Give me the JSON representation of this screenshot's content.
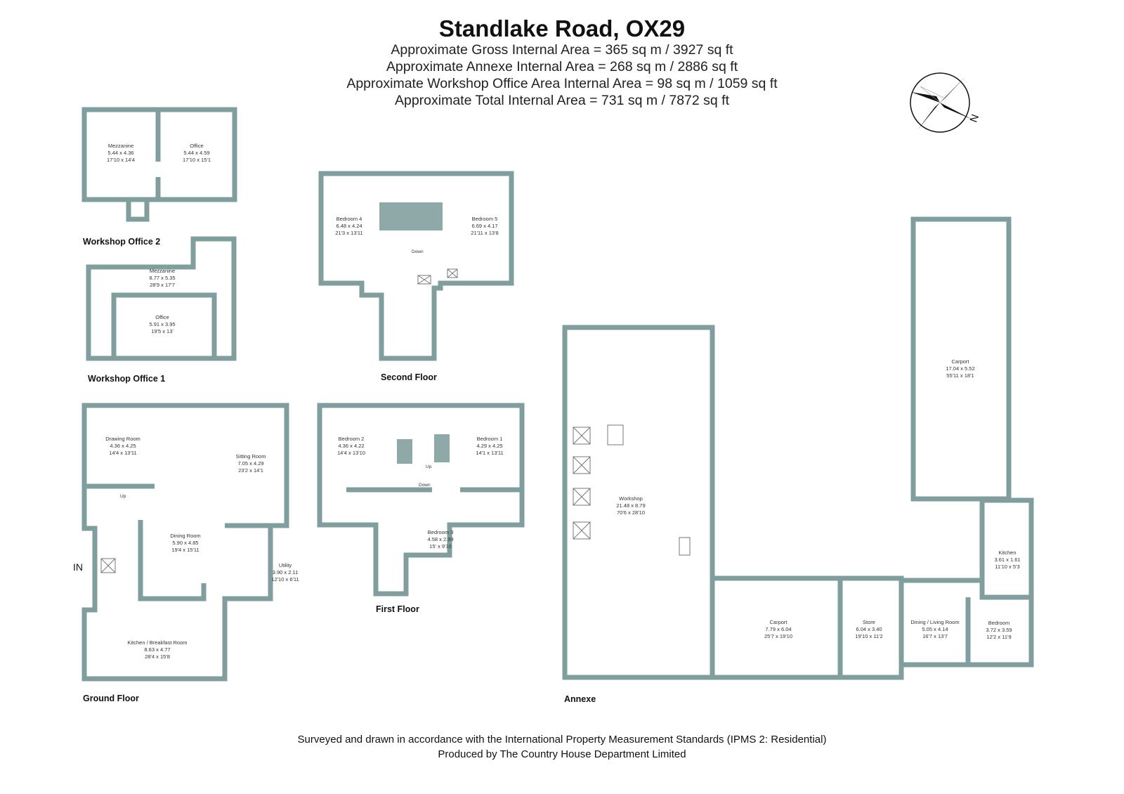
{
  "header": {
    "title": "Standlake Road, OX29",
    "areas": [
      "Approximate Gross Internal Area = 365 sq m / 3927 sq ft",
      "Approximate Annexe Internal Area = 268 sq m / 2886 sq ft",
      "Approximate Workshop Office Area Internal Area = 98 sq m / 1059 sq ft",
      "Approximate Total Internal Area = 731 sq m / 7872 sq ft"
    ]
  },
  "compass": {
    "label": "N"
  },
  "floors": {
    "workshop_office_2": {
      "label": "Workshop Office 2",
      "rooms": [
        {
          "name": "Mezzanine",
          "metric": "5.44 x 4.36",
          "imperial": "17'10 x 14'4"
        },
        {
          "name": "Office",
          "metric": "5.44 x 4.59",
          "imperial": "17'10 x 15'1"
        }
      ]
    },
    "workshop_office_1": {
      "label": "Workshop Office 1",
      "rooms": [
        {
          "name": "Mezzanine",
          "metric": "8.77 x 5.35",
          "imperial": "28'9 x 17'7"
        },
        {
          "name": "Office",
          "metric": "5.91 x 3.95",
          "imperial": "19'5 x 13'"
        }
      ]
    },
    "second_floor": {
      "label": "Second Floor",
      "rooms": [
        {
          "name": "Bedroom 4",
          "metric": "6.48 x 4.24",
          "imperial": "21'3 x 13'11"
        },
        {
          "name": "Bedroom 5",
          "metric": "6.69 x 4.17",
          "imperial": "21'11 x 13'8"
        }
      ],
      "stairs": {
        "down": "Down"
      }
    },
    "first_floor": {
      "label": "First Floor",
      "rooms": [
        {
          "name": "Bedroom 2",
          "metric": "4.36 x 4.22",
          "imperial": "14'4 x 13'10"
        },
        {
          "name": "Bedroom 1",
          "metric": "4.29 x 4.25",
          "imperial": "14'1 x 13'11"
        },
        {
          "name": "Bedroom 3",
          "metric": "4.58 x 2.99",
          "imperial": "15' x 9'10"
        }
      ],
      "stairs": {
        "up": "Up",
        "down": "Down"
      }
    },
    "ground_floor": {
      "label": "Ground Floor",
      "rooms": [
        {
          "name": "Drawing Room",
          "metric": "4.36 x 4.25",
          "imperial": "14'4 x 13'11"
        },
        {
          "name": "Sitting Room",
          "metric": "7.05 x 4.29",
          "imperial": "23'2 x 14'1"
        },
        {
          "name": "Dining Room",
          "metric": "5.90 x 4.85",
          "imperial": "19'4 x 15'11"
        },
        {
          "name": "Utility",
          "metric": "3.90 x 2.11",
          "imperial": "12'10 x 6'11"
        },
        {
          "name": "Kitchen / Breakfast Room",
          "metric": "8.63 x 4.77",
          "imperial": "28'4 x 15'8"
        }
      ],
      "stairs": {
        "up": "Up"
      },
      "entrance": "IN"
    },
    "annexe": {
      "label": "Annexe",
      "rooms": [
        {
          "name": "Workshop",
          "metric": "21.48 x 8.79",
          "imperial": "70'6 x 28'10"
        },
        {
          "name": "Carport",
          "metric": "17.04 x 5.52",
          "imperial": "55'11 x 18'1"
        },
        {
          "name": "Carport",
          "metric": "7.79 x 6.04",
          "imperial": "25'7 x 19'10"
        },
        {
          "name": "Store",
          "metric": "6.04 x 3.40",
          "imperial": "19'10 x 11'2"
        },
        {
          "name": "Dining / Living Room",
          "metric": "5.05 x 4.14",
          "imperial": "16'7 x 13'7"
        },
        {
          "name": "Kitchen",
          "metric": "3.61 x 1.61",
          "imperial": "11'10 x 5'3"
        },
        {
          "name": "Bedroom",
          "metric": "3.72 x 3.59",
          "imperial": "12'2 x 11'9"
        }
      ]
    }
  },
  "footer": {
    "line1": "Surveyed and drawn in accordance with the International Property Measurement Standards (IPMS 2: Residential)",
    "line2": "Produced by The Country House Department Limited"
  },
  "colors": {
    "wall": "#7f9e9d",
    "text": "#222222"
  }
}
